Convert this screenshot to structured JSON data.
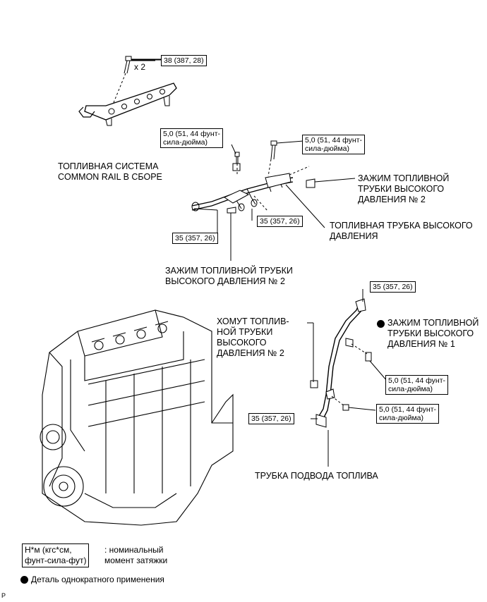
{
  "labels": {
    "common_rail": "ТОПЛИВНАЯ СИСТЕМА\nCOMMON RAIL В СБОРЕ",
    "clamp_2_upper": "ЗАЖИМ ТОПЛИВНОЙ\nТРУБКИ ВЫСОКОГО\nДАВЛЕНИЯ № 2",
    "hp_tube": "ТОПЛИВНАЯ ТРУБКА ВЫСОКОГО\nДАВЛЕНИЯ",
    "clamp_2_lower": "ЗАЖИМ ТОПЛИВНОЙ ТРУБКИ\nВЫСОКОГО ДАВЛЕНИЯ № 2",
    "collar_2": "ХОМУТ ТОПЛИВ-\nНОЙ ТРУБКИ\nВЫСОКОГО\nДАВЛЕНИЯ № 2",
    "clamp_1": "ЗАЖИМ ТОПЛИВНОЙ\nТРУБКИ ВЫСОКОГО\nДАВЛЕНИЯ № 1",
    "inlet_tube": "ТРУБКА ПОДВОДА ТОПЛИВА",
    "qty": "x 2"
  },
  "torque": {
    "rail_bolt": "38 (387, 28)",
    "clamp_left": "5,0 (51, 44 фунт-\nсила-дюйма)",
    "clamp_right": "5,0 (51, 44 фунт-\nсила-дюйма)",
    "tube_union_left": "35 (357, 26)",
    "tube_union_mid": "35 (357, 26)",
    "inlet_top": "35 (357, 26)",
    "clamp1_bolt_a": "5,0 (51, 44 фунт-\nсила-дюйма)",
    "clamp1_bolt_b": "5,0 (51, 44 фунт-\nсила-дюйма)",
    "inlet_bottom": "35 (357, 26)"
  },
  "legend": {
    "units": "Н*м (кгс*см,\nфунт-сила-фут)",
    "units_desc": ": номинальный\nмомент затяжки",
    "non_reusable": "Деталь однократного применения"
  },
  "corner_mark": "P"
}
